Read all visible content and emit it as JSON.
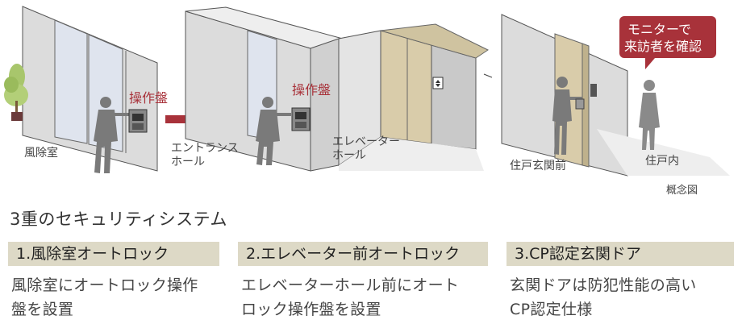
{
  "illustration": {
    "labels": {
      "vestibule": "風除室",
      "entrance_hall_1": "エントランス",
      "entrance_hall_2": "ホール",
      "elevator_hall_1": "エレベーター",
      "elevator_hall_2": "ホール",
      "unit_entrance": "住戸玄関前",
      "unit_inside": "住戸内",
      "concept": "概念図",
      "panel_1": "操作盤",
      "panel_2": "操作盤",
      "bubble_1": "モニターで",
      "bubble_2": "来訪者を確認"
    }
  },
  "heading": "3重のセキュリティシステム",
  "features": [
    {
      "title": "1.風除室オートロック",
      "desc_1": "風除室にオートロック操作",
      "desc_2": "盤を設置"
    },
    {
      "title": "2.エレベーター前オートロック",
      "desc_1": "エレベーターホール前にオート",
      "desc_2": "ロック操作盤を設置"
    },
    {
      "title": "3.CP認定玄関ドア",
      "desc_1": "玄関ドアは防犯性能の高い",
      "desc_2": "CP認定仕様"
    }
  ],
  "colors": {
    "accent_red": "#a8323a",
    "feature_bar": "#ddd9c6",
    "door_tan": "#d9ccaa"
  }
}
